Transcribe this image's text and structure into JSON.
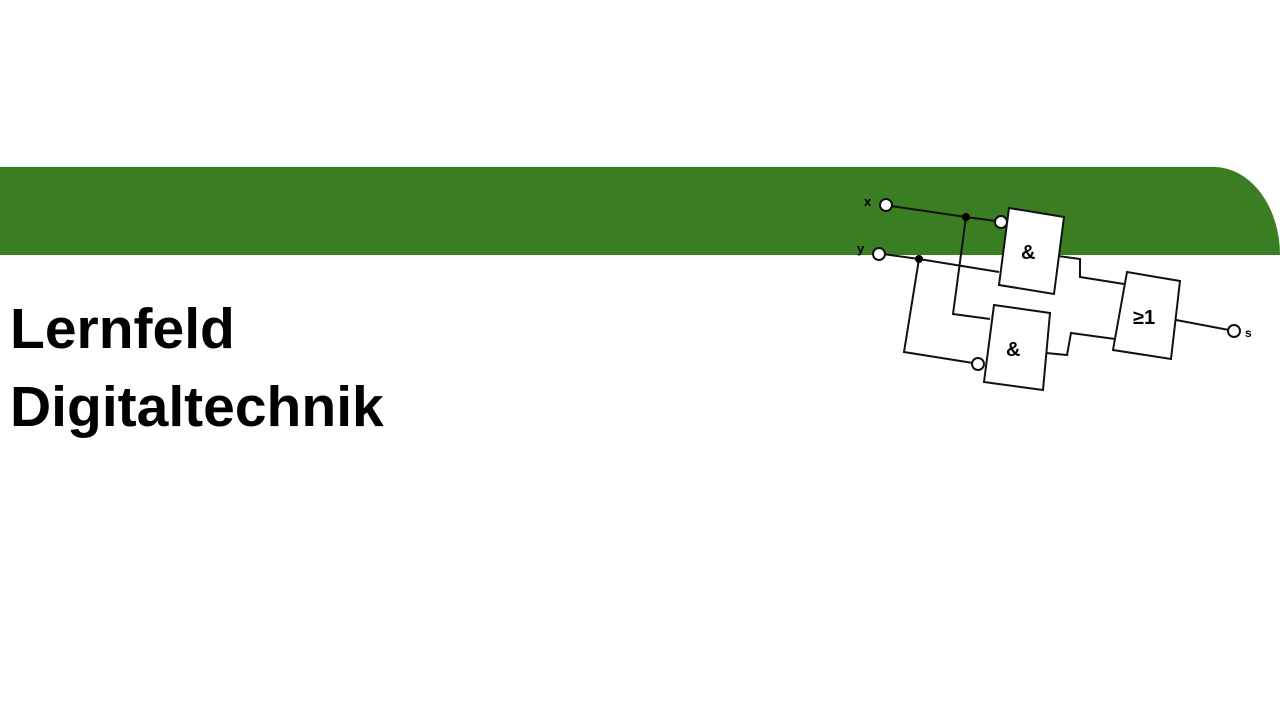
{
  "title": {
    "line1": "Lernfeld",
    "line2": "Digitaltechnik"
  },
  "circuit": {
    "input_x": "x",
    "input_y": "y",
    "gate1": "&",
    "gate2": "&",
    "gate_or": "≥1",
    "output": "s"
  },
  "colors": {
    "band": "#3b7d23"
  }
}
